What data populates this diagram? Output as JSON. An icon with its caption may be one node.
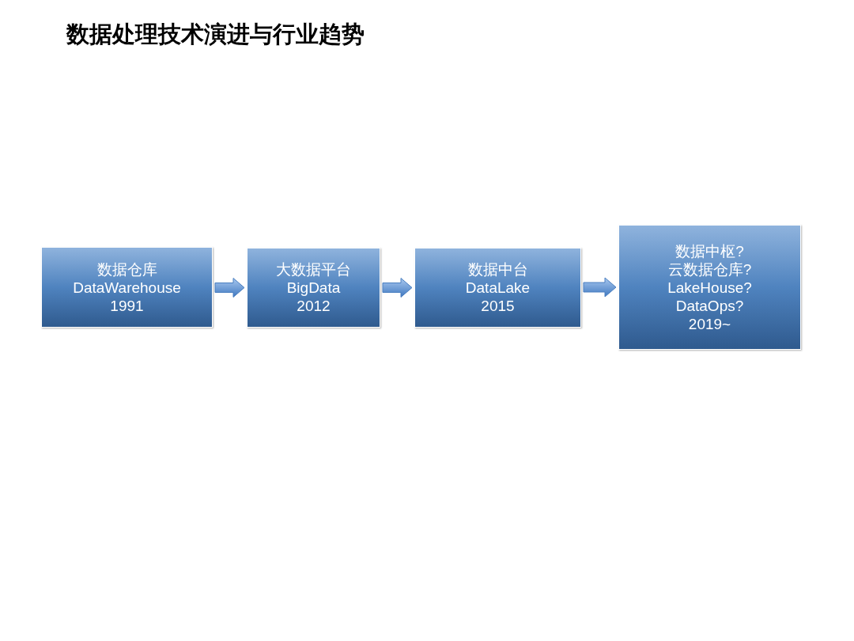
{
  "diagram": {
    "title": "数据处理技术演进与行业趋势",
    "nodes": [
      {
        "text": [
          "数据仓库",
          "DataWarehouse",
          "1991"
        ]
      },
      {
        "text": [
          "大数据平台",
          "BigData",
          "2012"
        ]
      },
      {
        "text": [
          "数据中台",
          "DataLake",
          "2015"
        ]
      },
      {
        "text": [
          "数据中枢?",
          "云数据仓库?",
          "LakeHouse?",
          "DataOps?",
          "2019~"
        ]
      }
    ],
    "edges": [
      {
        "from": 0,
        "to": 1,
        "arrow": "to"
      },
      {
        "from": 1,
        "to": 2,
        "arrow": "to"
      },
      {
        "from": 2,
        "to": 3,
        "arrow": "to"
      }
    ]
  }
}
